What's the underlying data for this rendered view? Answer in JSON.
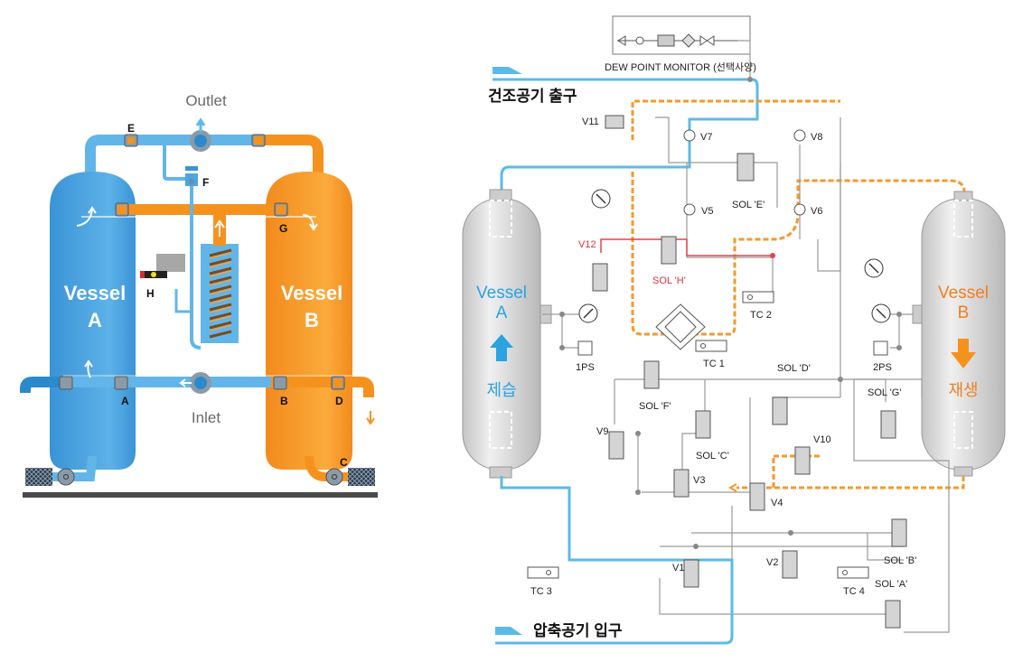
{
  "left_diagram": {
    "outlet_label": "Outlet",
    "inlet_label": "Inlet",
    "vessel_a": {
      "line1": "Vessel",
      "line2": "A"
    },
    "vessel_b": {
      "line1": "Vessel",
      "line2": "B"
    },
    "valve_labels": [
      "A",
      "B",
      "C",
      "D",
      "E",
      "F",
      "G",
      "H"
    ],
    "colors": {
      "drying": "#3d9fe0",
      "regenerating": "#f5921e",
      "base": "#4a4a4a"
    }
  },
  "right_diagram": {
    "dew_point_monitor": "DEW POINT MONITOR (선택사양)",
    "outlet_title": "건조공기 출구",
    "inlet_title": "압축공기 입구",
    "vessel_a": {
      "line1": "Vessel",
      "line2": "A",
      "state": "제습"
    },
    "vessel_b": {
      "line1": "Vessel",
      "line2": "B",
      "state": "재생"
    },
    "labels": {
      "v1": "V1",
      "v2": "V2",
      "v3": "V3",
      "v4": "V4",
      "v5": "V5",
      "v6": "V6",
      "v7": "V7",
      "v8": "V8",
      "v9": "V9",
      "v10": "V10",
      "v11": "V11",
      "v12": "V12",
      "sol_a": "SOL 'A'",
      "sol_b": "SOL 'B'",
      "sol_c": "SOL 'C'",
      "sol_d": "SOL 'D'",
      "sol_e": "SOL 'E'",
      "sol_f": "SOL 'F'",
      "sol_g": "SOL 'G'",
      "sol_h": "SOL 'H'",
      "tc1": "TC 1",
      "tc2": "TC 2",
      "tc3": "TC 3",
      "tc4": "TC 4",
      "ps1": "1PS",
      "ps2": "2PS"
    },
    "colors": {
      "dry_air": "#5bbbe8",
      "regen_air": "#f39a2c",
      "pilot": "#e8404f",
      "vessel_a_text": "#2aa3e0",
      "vessel_b_text": "#f07f22"
    }
  }
}
